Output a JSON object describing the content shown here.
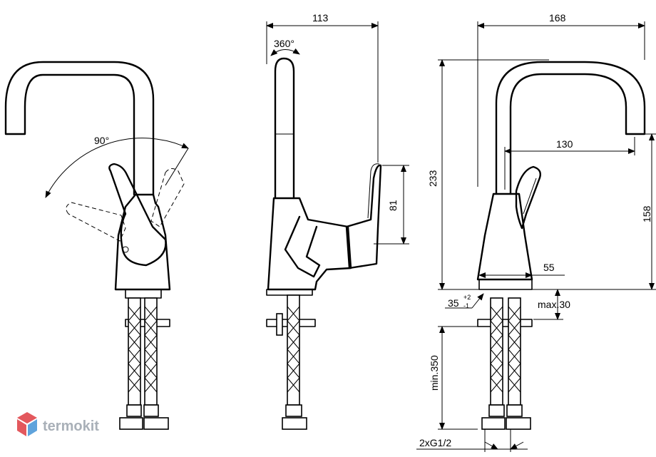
{
  "dimensions": {
    "left_angle": "90°",
    "rotation": "360°",
    "depth": "113",
    "lever_height": "81",
    "width": "168",
    "height": "233",
    "spout_reach": "130",
    "spout_height": "158",
    "base_diameter": "55",
    "hole_diameter": "35",
    "hole_tol_plus": "+2",
    "hole_tol_minus": "-1",
    "deck_thickness": "max.30",
    "hose_length": "min.350",
    "connections": "2xG1/2"
  },
  "watermark": {
    "text": "termokit",
    "colors": [
      "#e3585d",
      "#5fa3dc",
      "#a9b0b8"
    ]
  }
}
